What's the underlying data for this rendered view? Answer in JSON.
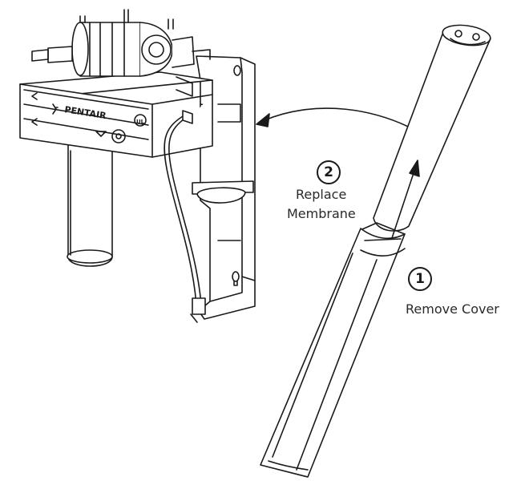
{
  "step1": {
    "number": "1",
    "label": "Remove Cover"
  },
  "step2": {
    "number": "2",
    "label_line1": "Replace",
    "label_line2": "Membrane"
  },
  "unit": {
    "brand": "PENTAIR",
    "cert_mark": "UL"
  }
}
